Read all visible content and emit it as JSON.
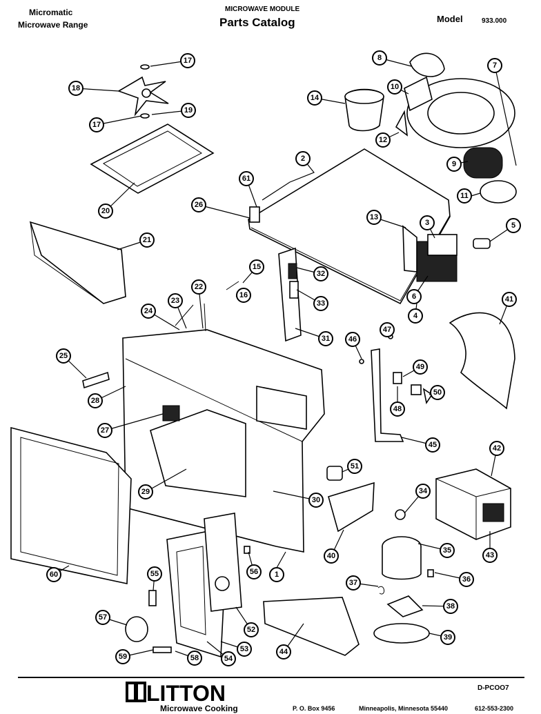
{
  "header": {
    "brand_line1": "Micromatic",
    "brand_line2": "Microwave Range",
    "module": "MICROWAVE MODULE",
    "catalog_title": "Parts Catalog",
    "model_label": "Model",
    "model_number": "933.000"
  },
  "footer": {
    "logo_text": "LITTON",
    "logo_sub": "Microwave Cooking",
    "doc_code": "D-PCOO7",
    "po_box": "P. O. Box 9456",
    "city": "Minneapolis, Minnesota 55440",
    "phone": "612-553-2300"
  },
  "callouts": [
    "1",
    "2",
    "3",
    "4",
    "5",
    "6",
    "7",
    "8",
    "9",
    "10",
    "11",
    "12",
    "13",
    "14",
    "15",
    "16",
    "17",
    "17",
    "18",
    "19",
    "20",
    "21",
    "22",
    "23",
    "24",
    "25",
    "26",
    "27",
    "28",
    "29",
    "30",
    "31",
    "32",
    "33",
    "34",
    "35",
    "36",
    "37",
    "38",
    "39",
    "40",
    "41",
    "42",
    "43",
    "44",
    "45",
    "46",
    "47",
    "48",
    "49",
    "50",
    "51",
    "52",
    "53",
    "54",
    "55",
    "56",
    "57",
    "58",
    "59",
    "60",
    "61"
  ]
}
